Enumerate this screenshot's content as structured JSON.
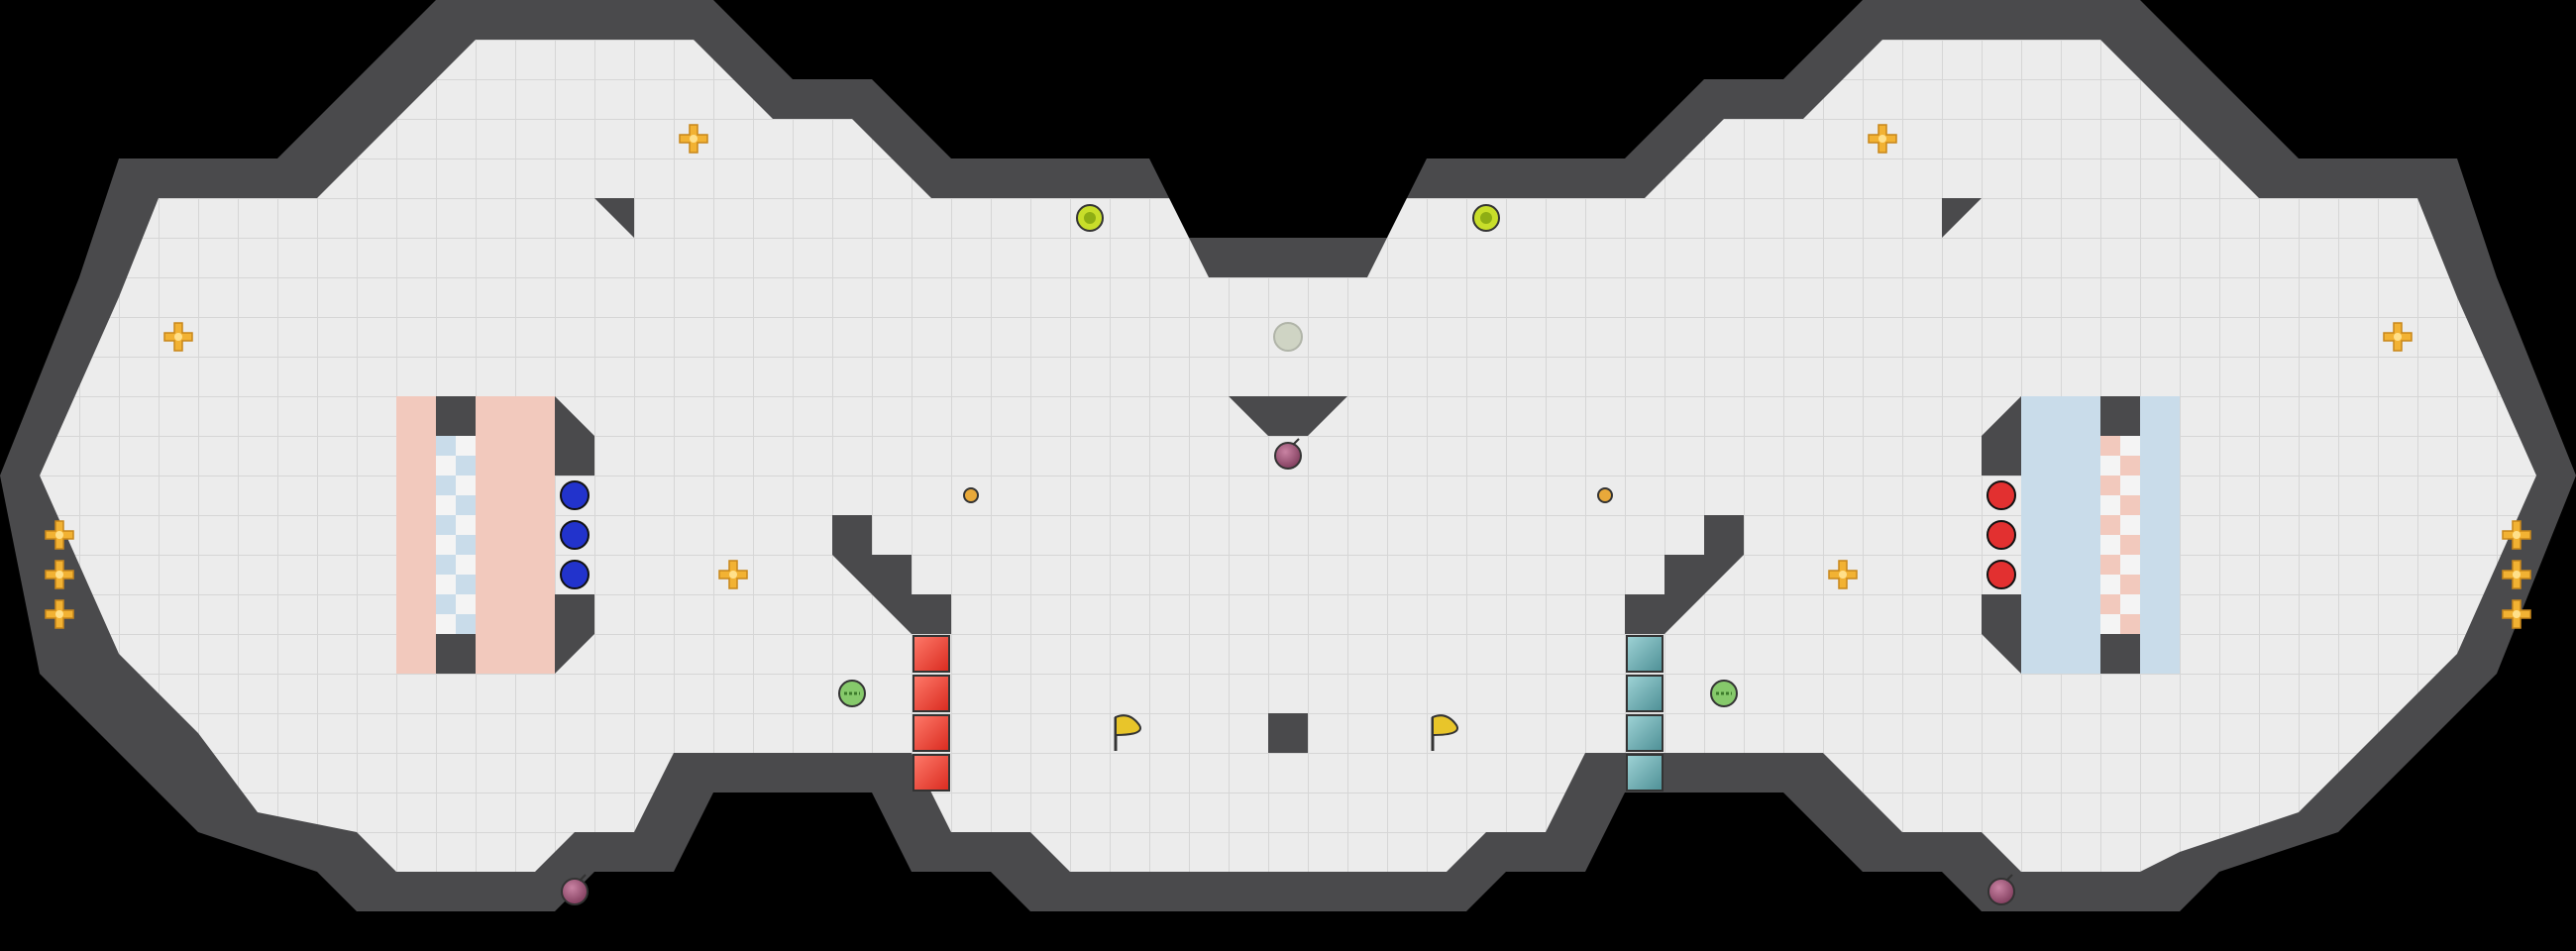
{
  "game": {
    "colors": {
      "background": "#000000",
      "floor": "#ececec",
      "tile_line": "#d6d6d6",
      "wall": "#4a4a4c",
      "wall_edge": "#2c2c2e",
      "red_zone": "#f2c9bd",
      "blue_zone": "#c9dcea",
      "red_team": "#e23030",
      "blue_team": "#2233cc",
      "gate_red": "#e8453a",
      "gate_teal": "#5fa3a8",
      "boost": "#f2b233",
      "powerup": "#c8de2a",
      "bomb": "#a7507a",
      "flag": "#e8c52a",
      "spike_ball": "#86c96b",
      "small_ball": "#e8a93a"
    },
    "elements": [
      {
        "kind": "boost",
        "name": "boost-pad-icon"
      },
      {
        "kind": "powerup",
        "name": "powerup-icon"
      },
      {
        "kind": "bomb",
        "name": "bomb-icon"
      },
      {
        "kind": "flag",
        "name": "flag-icon"
      },
      {
        "kind": "blue-player",
        "name": "blue-player-icon"
      },
      {
        "kind": "red-player",
        "name": "red-player-icon"
      },
      {
        "kind": "red-gate",
        "name": "red-gate-tile"
      },
      {
        "kind": "teal-gate",
        "name": "teal-gate-tile"
      }
    ]
  }
}
